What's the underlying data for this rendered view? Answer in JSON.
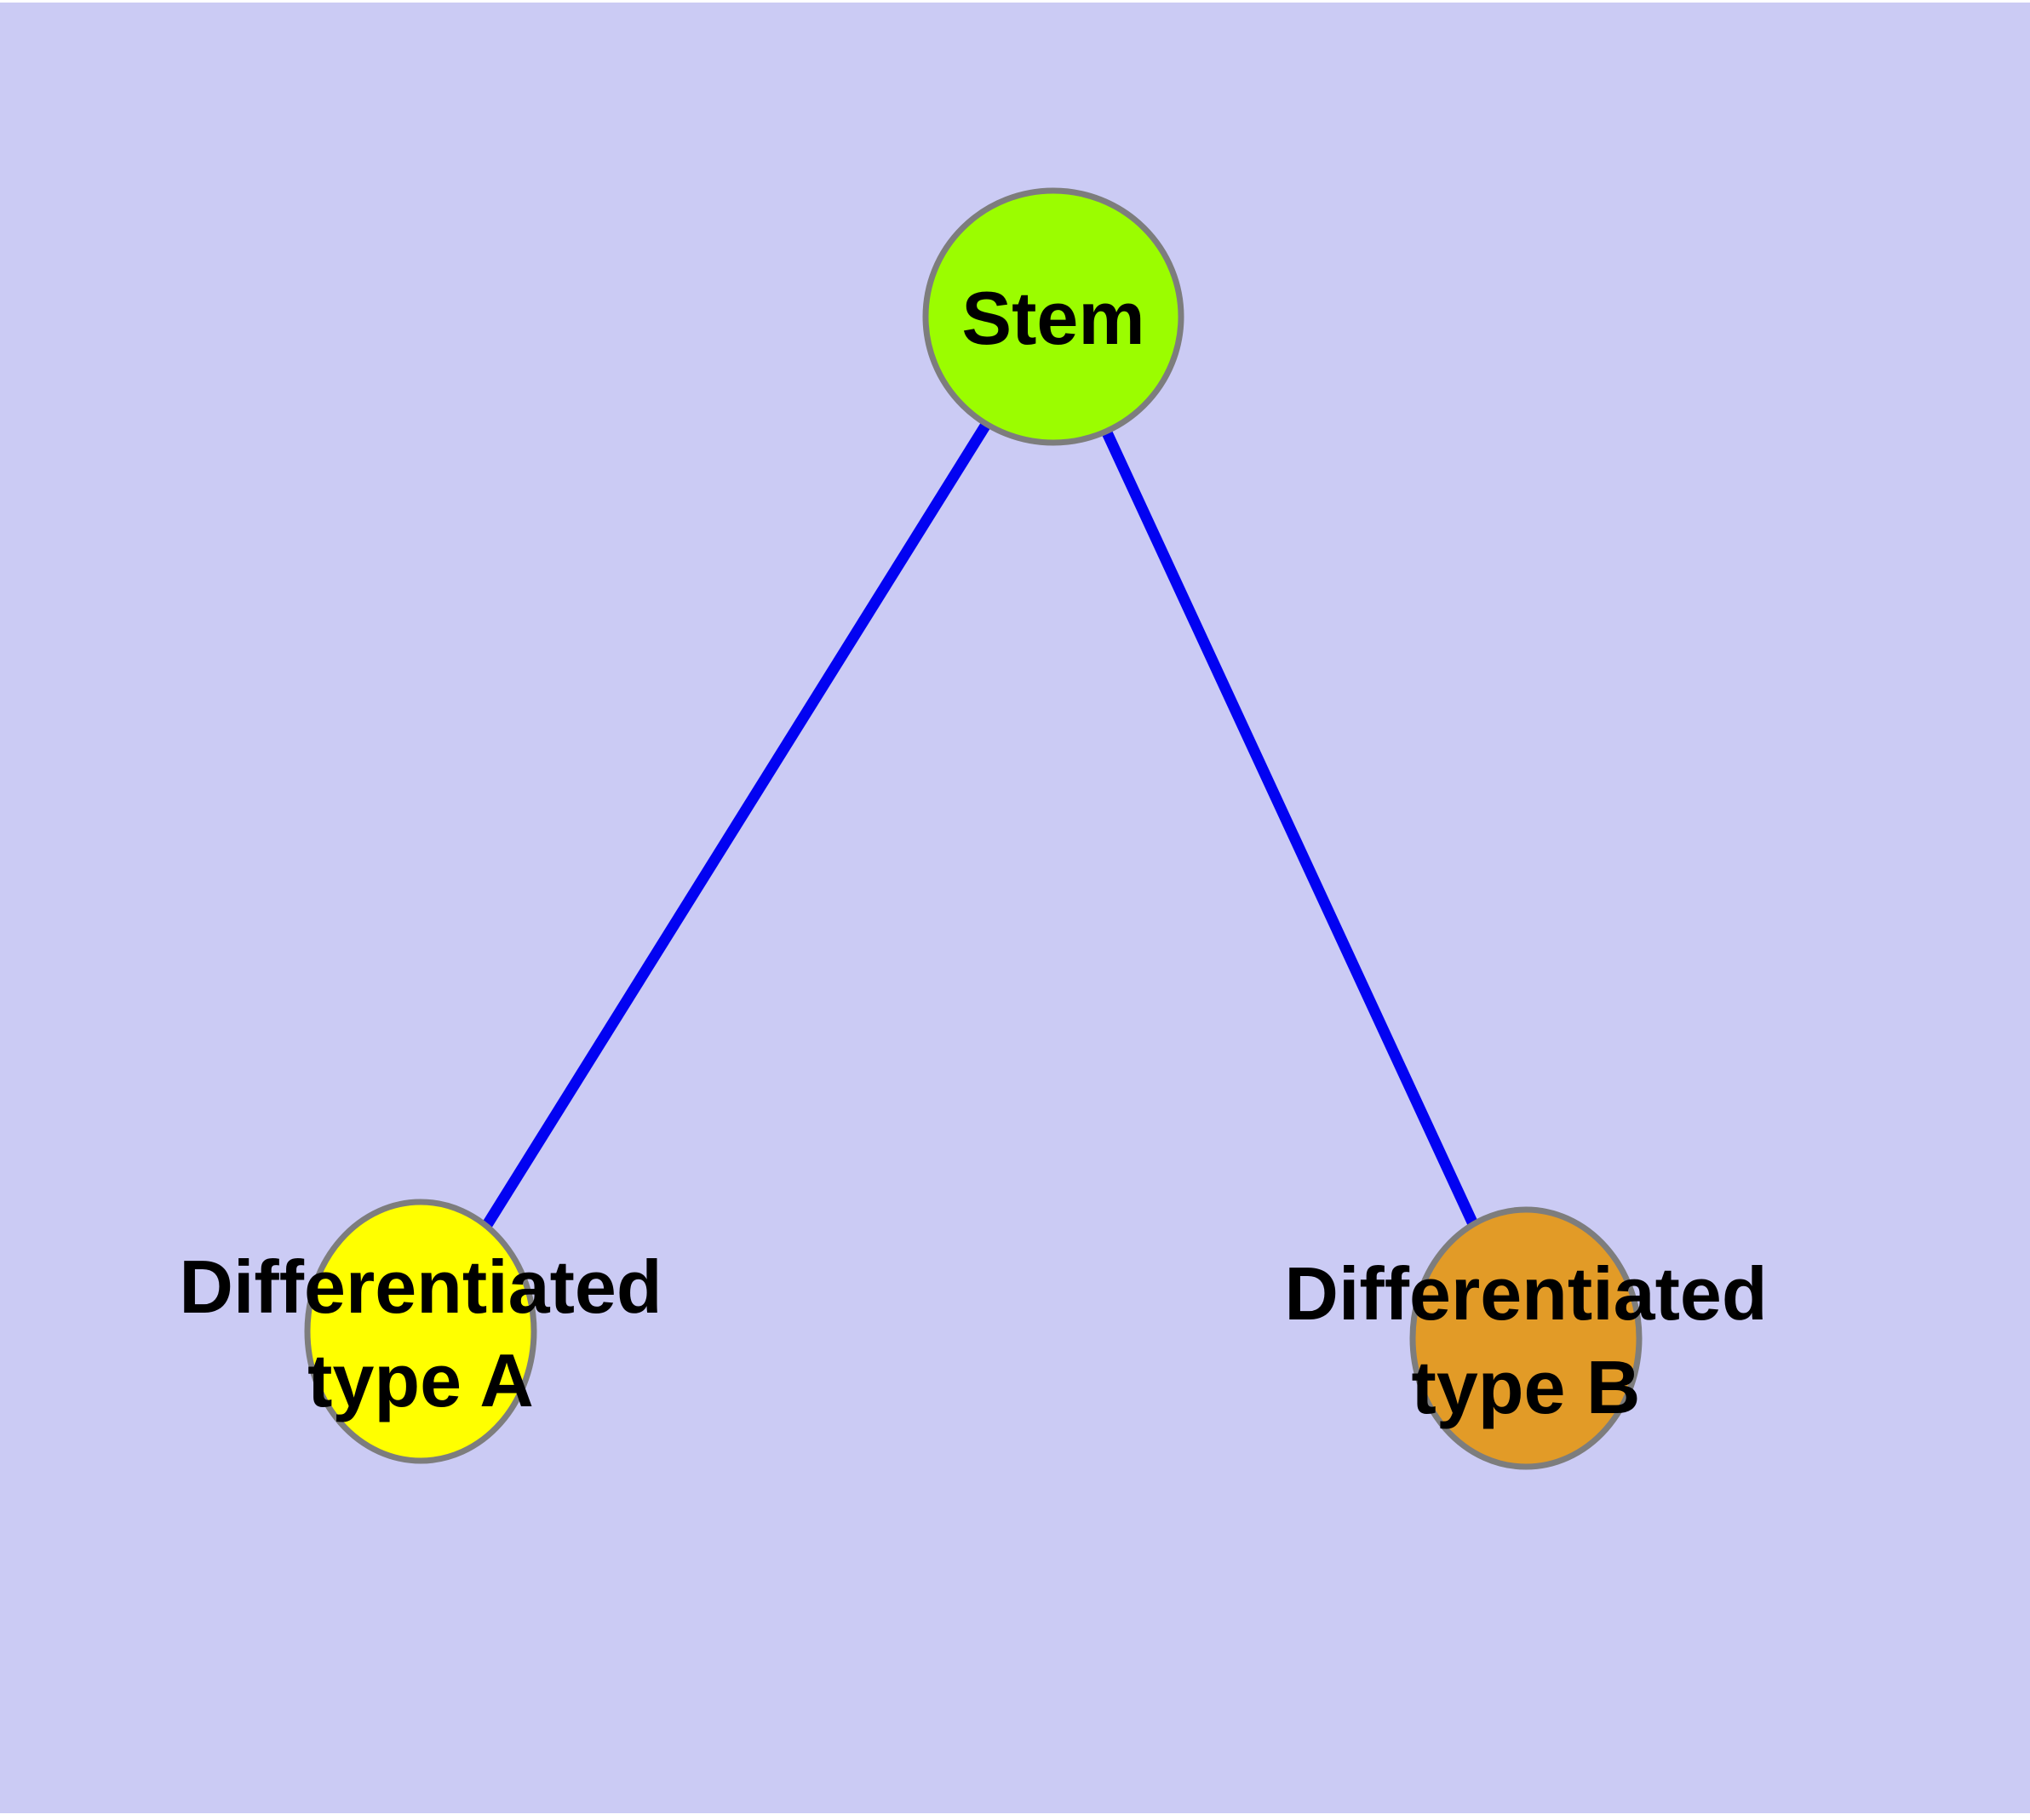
{
  "diagram": {
    "colors": {
      "background": "#cbcbf4",
      "page_margin": "#ffffff",
      "edge": "#0202f2",
      "node_border": "#7d7d7d",
      "label": "#000000"
    },
    "nodes": {
      "stem": {
        "label": "Stem",
        "fill": "#9bfd00"
      },
      "diff_a": {
        "label_line1": "Differentiated",
        "label_line2": "type A",
        "fill": "#ffff00"
      },
      "diff_b": {
        "label_line1": "Differentiated",
        "label_line2": "type B",
        "fill": "#e29b27"
      }
    },
    "edges": [
      {
        "from": "Stem",
        "to": "Differentiated type A"
      },
      {
        "from": "Stem",
        "to": "Differentiated type B"
      }
    ]
  }
}
